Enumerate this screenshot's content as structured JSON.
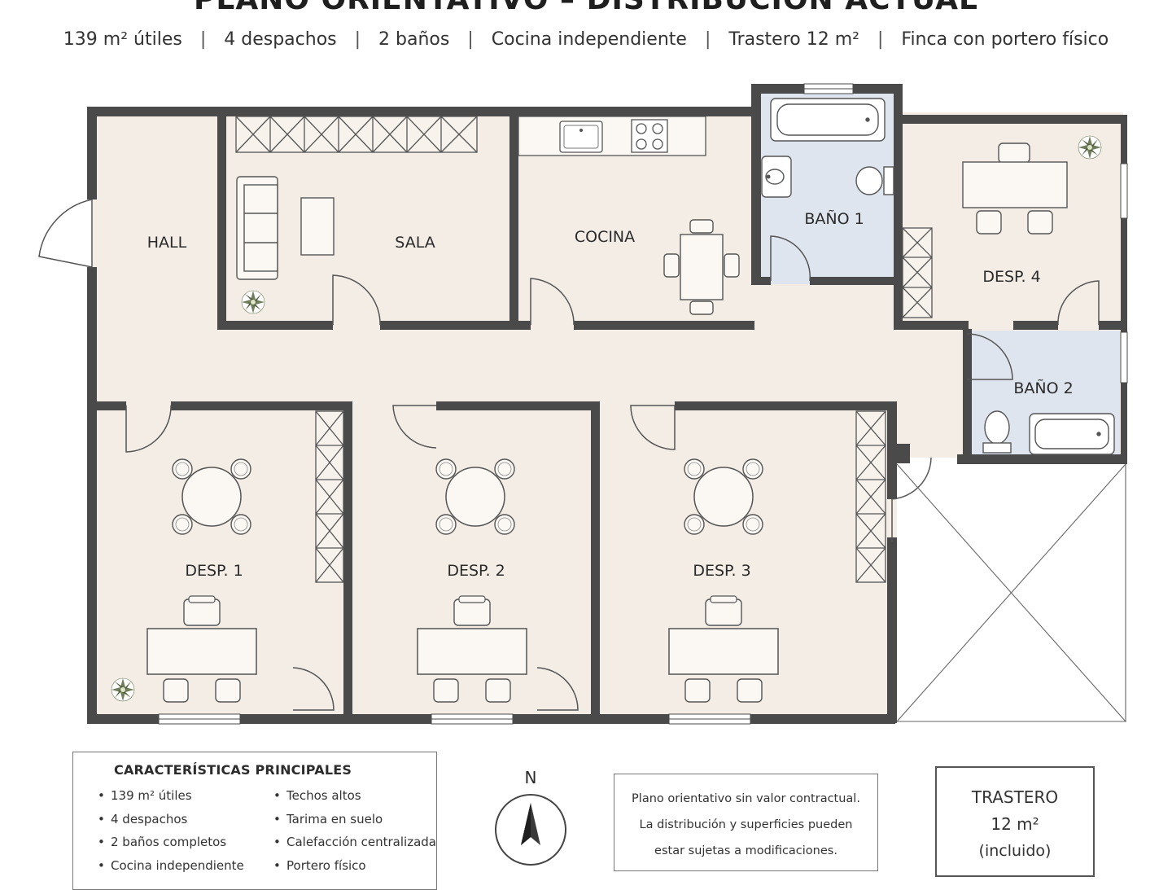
{
  "header": {
    "title": "PLANO ORIENTATIVO – DISTRIBUCIÓN ACTUAL",
    "specs": [
      "139 m² útiles",
      "4 despachos",
      "2 baños",
      "Cocina independiente",
      "Trastero 12 m²",
      "Finca con portero físico"
    ]
  },
  "rooms": {
    "hall": "HALL",
    "sala": "SALA",
    "cocina": "COCINA",
    "bano1": "BAÑO 1",
    "desp4": "DESP. 4",
    "bano2": "BAÑO 2",
    "desp1": "DESP. 1",
    "desp2": "DESP. 2",
    "desp3": "DESP. 3"
  },
  "features": {
    "title": "CARACTERÍSTICAS PRINCIPALES",
    "col1": [
      "139 m² útiles",
      "4 despachos",
      "2 baños completos",
      "Cocina independiente"
    ],
    "col2": [
      "Techos altos",
      "Tarima en suelo",
      "Calefacción centralizada",
      "Portero físico"
    ]
  },
  "compass": {
    "label": "N"
  },
  "disclaimer": {
    "lines": [
      "Plano orientativo sin valor contractual.",
      "La distribución y superficies pueden",
      "estar sujetas a modificaciones."
    ]
  },
  "storage": {
    "title": "TRASTERO",
    "area": "12 m²",
    "note": "(incluido)"
  },
  "colors": {
    "floor": "#f4ede6",
    "wet_area": "#e0e6ef",
    "wall": "#4a4a4a"
  }
}
